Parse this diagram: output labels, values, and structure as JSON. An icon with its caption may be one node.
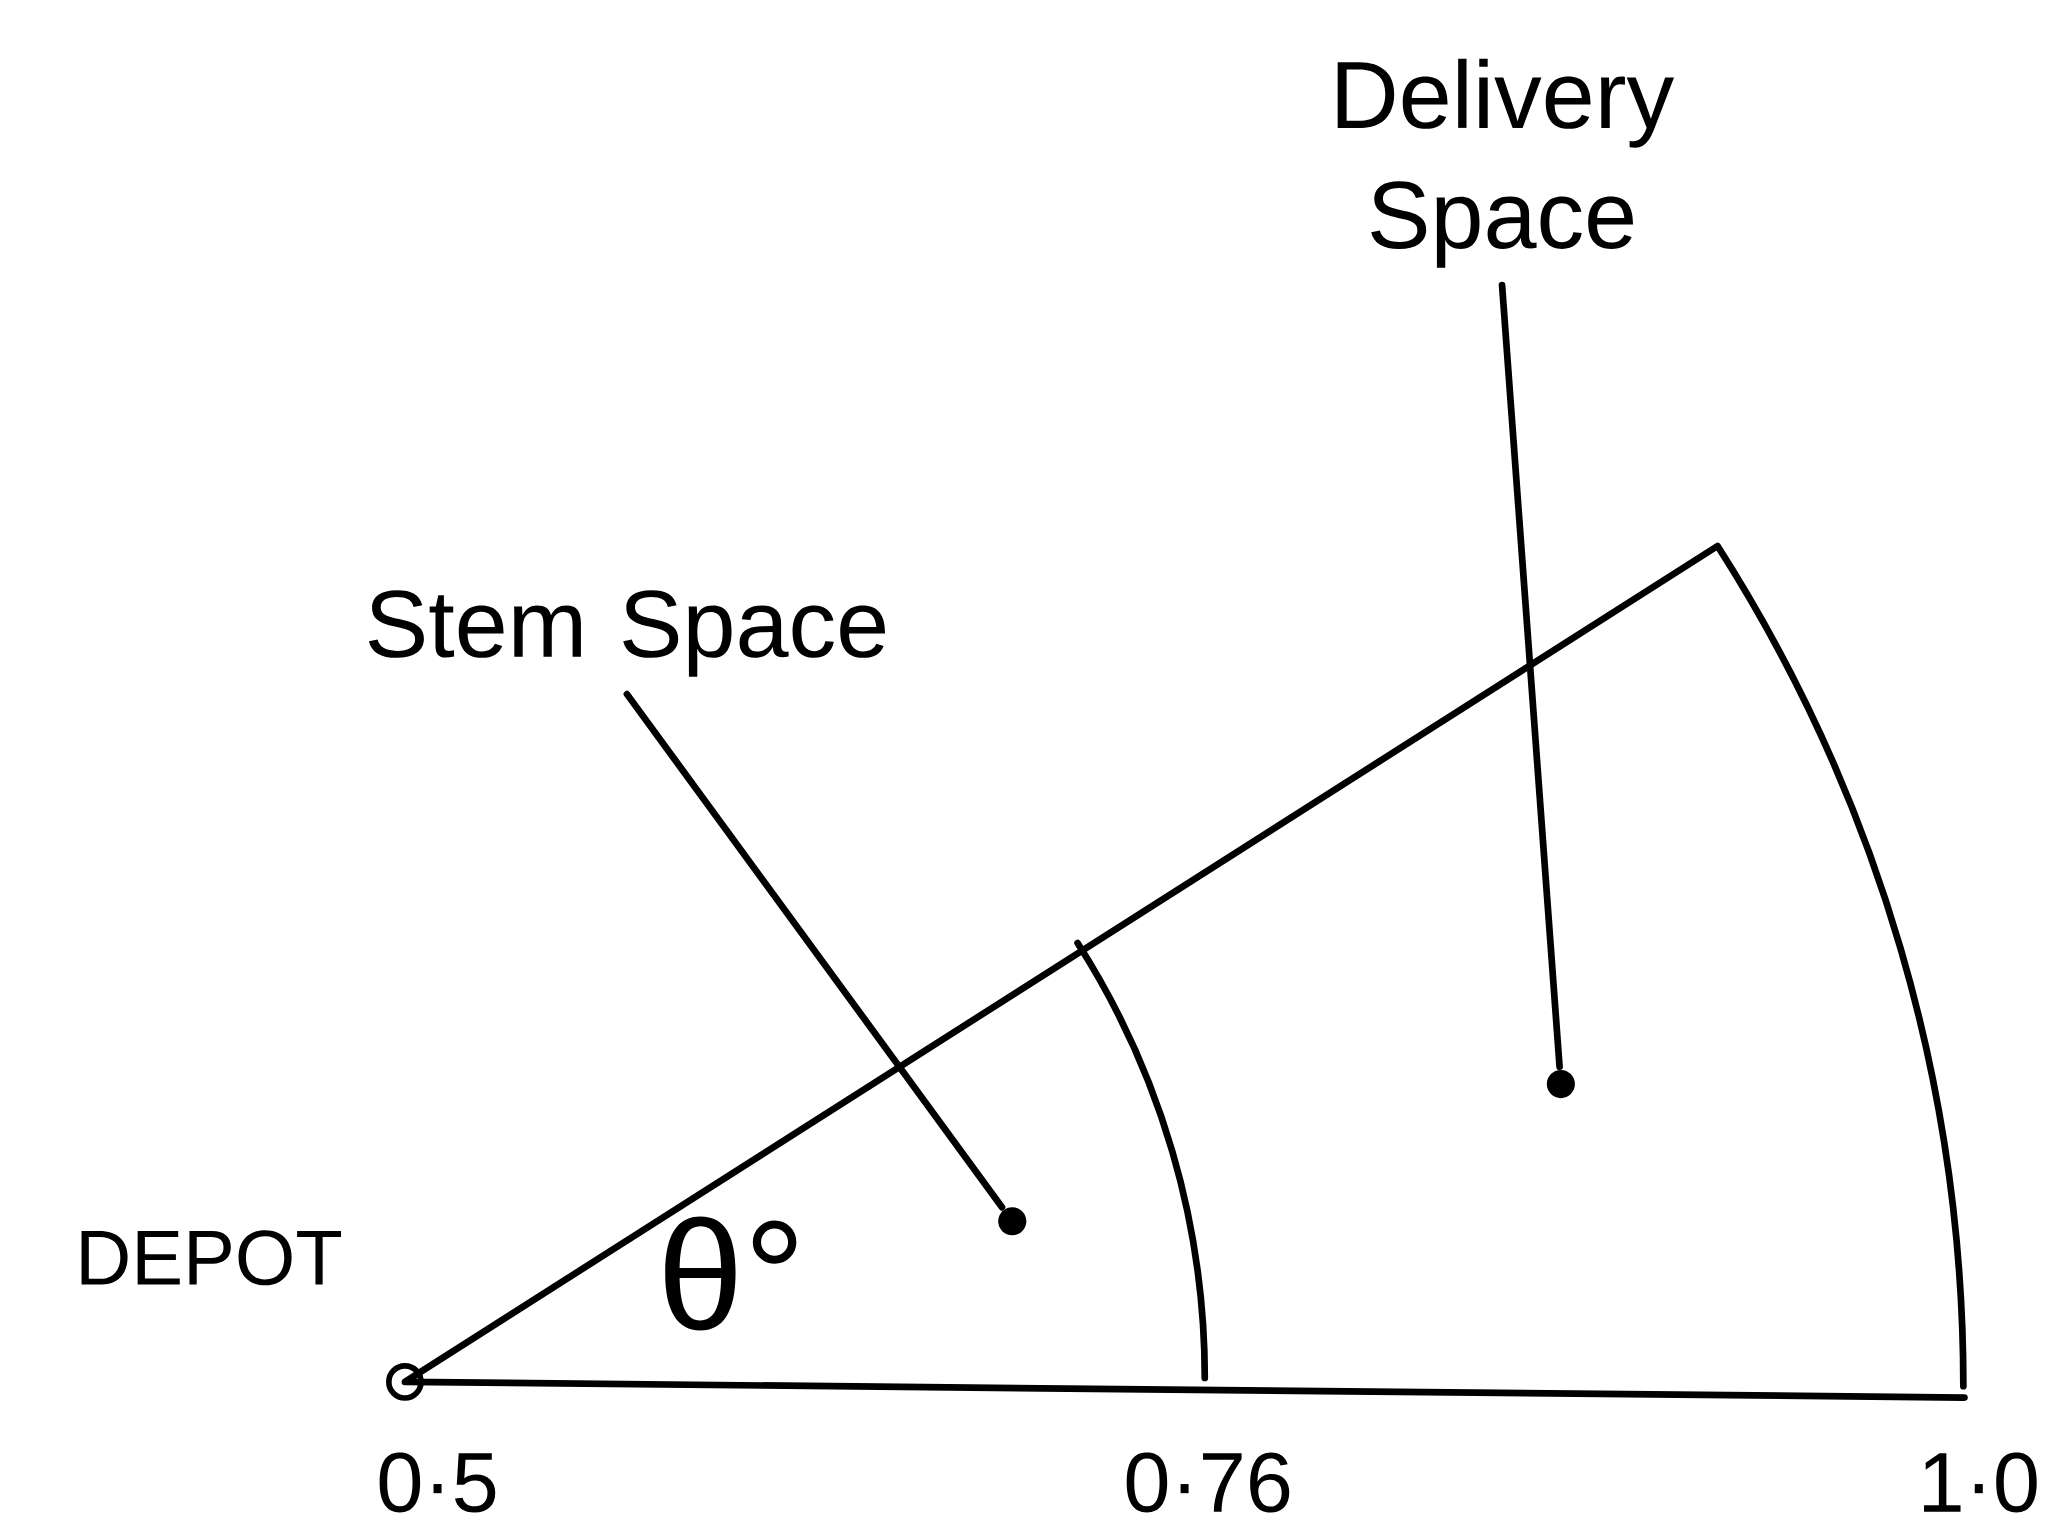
{
  "diagram": {
    "nodes": [
      {
        "text": [
          "Stem Space"
        ]
      },
      {
        "text": [],
        "shape": "circle"
      },
      {
        "text": [
          "Delivery Space"
        ]
      },
      {
        "text": [],
        "shape": "circle"
      },
      {
        "text": [],
        "shape": "circle",
        "beside": [
          "DEPOT"
        ]
      }
    ],
    "edges": [
      {
        "from": 0,
        "to": 1,
        "arrow": "none"
      },
      {
        "from": 2,
        "to": 3,
        "arrow": "none"
      }
    ],
    "labels": [
      "θ°",
      "0·5",
      "0·76",
      "1·0"
    ]
  }
}
